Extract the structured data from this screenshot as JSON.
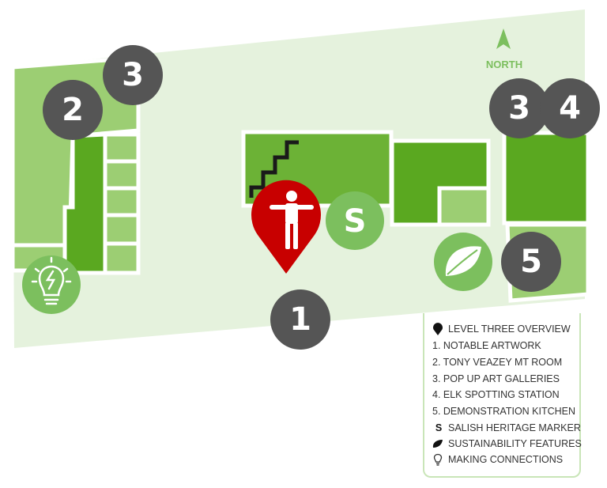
{
  "map": {
    "north_label": "NORTH",
    "salish_marker": "S",
    "area_markers": [
      {
        "label": "1",
        "meaning": "NOTABLE ARTWORK"
      },
      {
        "label": "2",
        "meaning": "TONY VEAZEY MT ROOM"
      },
      {
        "label": "3",
        "meaning": "POP UP ART GALLERIES"
      },
      {
        "label": "3",
        "meaning": "POP UP ART GALLERIES"
      },
      {
        "label": "4",
        "meaning": "ELK SPOTTING STATION"
      },
      {
        "label": "5",
        "meaning": "DEMONSTRATION KITCHEN"
      }
    ],
    "icons": [
      "person-location-icon",
      "leaf-icon",
      "lightbulb-icon",
      "stairs-icon",
      "north-arrow-icon",
      "pin-icon"
    ]
  },
  "legend": {
    "title": "LEVEL THREE OVERVIEW",
    "items": [
      "1. NOTABLE ARTWORK",
      "2. TONY VEAZEY MT ROOM",
      "3. POP UP ART GALLERIES",
      "4. ELK SPOTTING STATION",
      "5. DEMONSTRATION KITCHEN"
    ],
    "salish_symbol": "S",
    "salish_label": "SALISH HERITAGE MARKER",
    "sustainability_label": "SUSTAINABILITY FEATURES",
    "connections_label": "MAKING CONNECTIONS"
  },
  "colors": {
    "floor": "#e5f2dd",
    "room_dark": "#5aa820",
    "room_mid": "#6cb236",
    "room_light": "#9cce73",
    "marker_gray": "#555555",
    "pin_red": "#c80000",
    "feature_green": "#7cbf5e"
  }
}
